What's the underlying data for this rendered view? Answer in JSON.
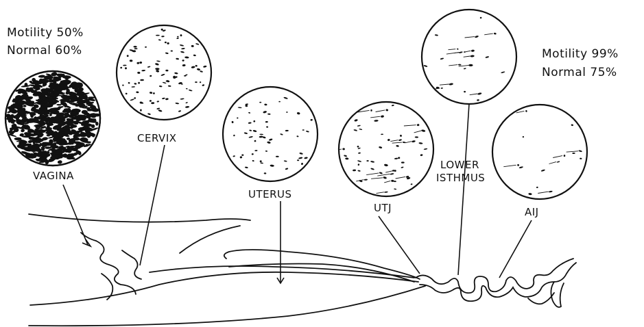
{
  "stats_left": {
    "motility": "Motility 50%",
    "normal": "Normal 60%"
  },
  "stats_right": {
    "motility": "Motility 99%",
    "normal": "Normal 75%"
  },
  "labels": {
    "vagina": "VAGINA",
    "cervix": "CERVIX",
    "uterus": "UTERUS",
    "utj": "UTJ",
    "lower_isthmus_1": "LOWER",
    "lower_isthmus_2": "ISTHMUS",
    "aij": "AIJ"
  },
  "colors": {
    "ink": "#111111",
    "paper": "#ffffff"
  }
}
